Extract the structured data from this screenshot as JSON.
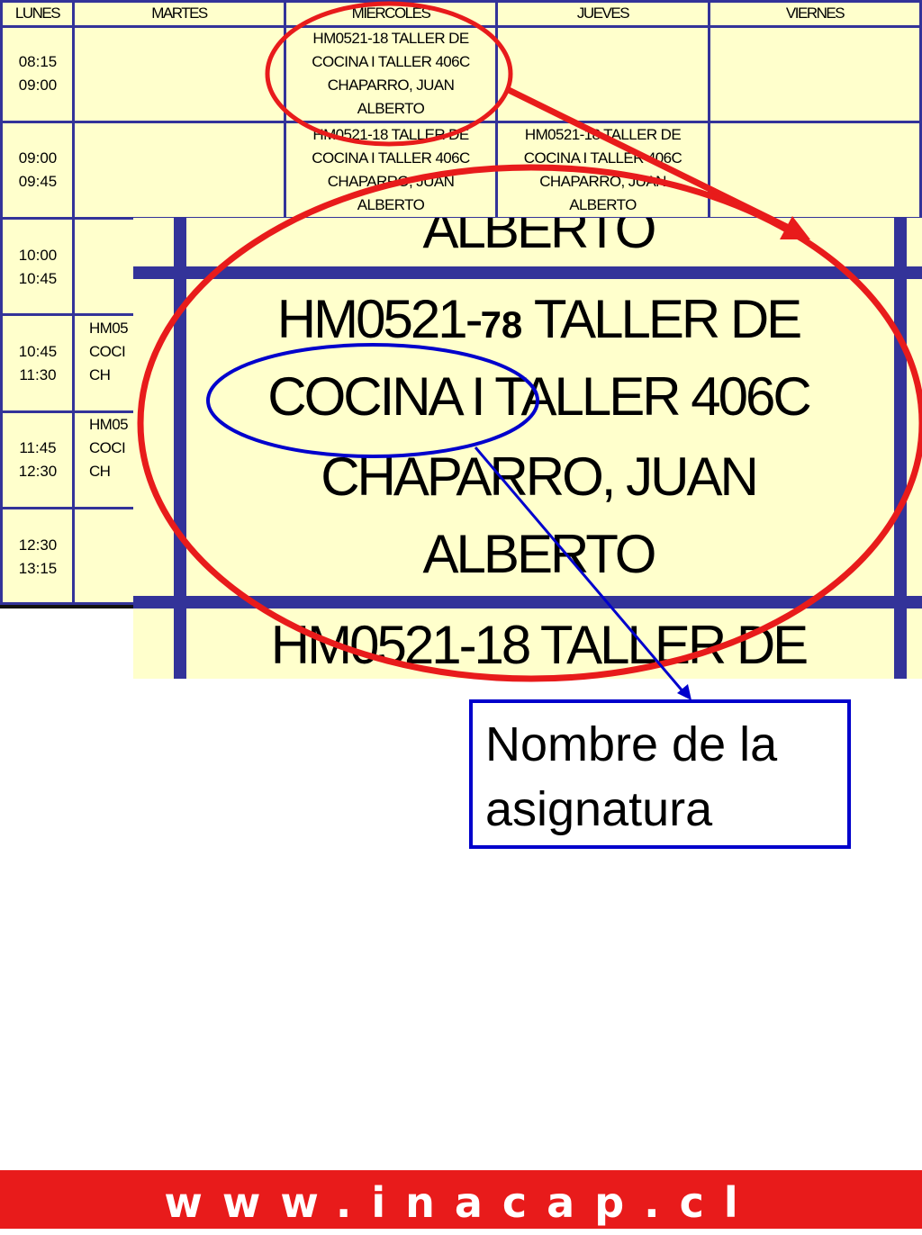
{
  "schedule": {
    "days": [
      "LUNES",
      "MARTES",
      "MIÉRCOLES",
      "JUEVES",
      "VIERNES"
    ],
    "slots": [
      {
        "start": "08:15",
        "end": "09:00"
      },
      {
        "start": "09:00",
        "end": "09:45"
      },
      {
        "start": "10:00",
        "end": "10:45"
      },
      {
        "start": "10:45",
        "end": "11:30"
      },
      {
        "start": "11:45",
        "end": "12:30"
      },
      {
        "start": "12:30",
        "end": "13:15"
      }
    ],
    "course_cell": {
      "line1": "HM0521-18 TALLER DE",
      "line2": "COCINA I TALLER 406C",
      "line3": "CHAPARRO, JUAN",
      "line4": "ALBERTO"
    },
    "partial_cells": [
      {
        "line1": "HM05",
        "line2": "COCI",
        "line3": "CH"
      },
      {
        "line1": "HM05",
        "line2": "COCI",
        "line3": "CH"
      }
    ]
  },
  "zoom": {
    "top_fragment": "ALBERTO",
    "line1_prefix": "HM0521-",
    "line1_code": "78",
    "line1_suffix": "TALLER DE",
    "line2": "COCINA I TALLER 406C",
    "line3": "CHAPARRO, JUAN",
    "line4": "ALBERTO",
    "bottom_fragment": "HM0521-18 TALLER DE"
  },
  "callout": {
    "line1": "Nombre de la",
    "line2": "asignatura"
  },
  "footer": {
    "url": "www.inacap.cl"
  },
  "colors": {
    "cell_bg": "#ffffcc",
    "grid_lines": "#333399",
    "highlight_red": "#e81b1b",
    "highlight_blue": "#0000cc"
  }
}
